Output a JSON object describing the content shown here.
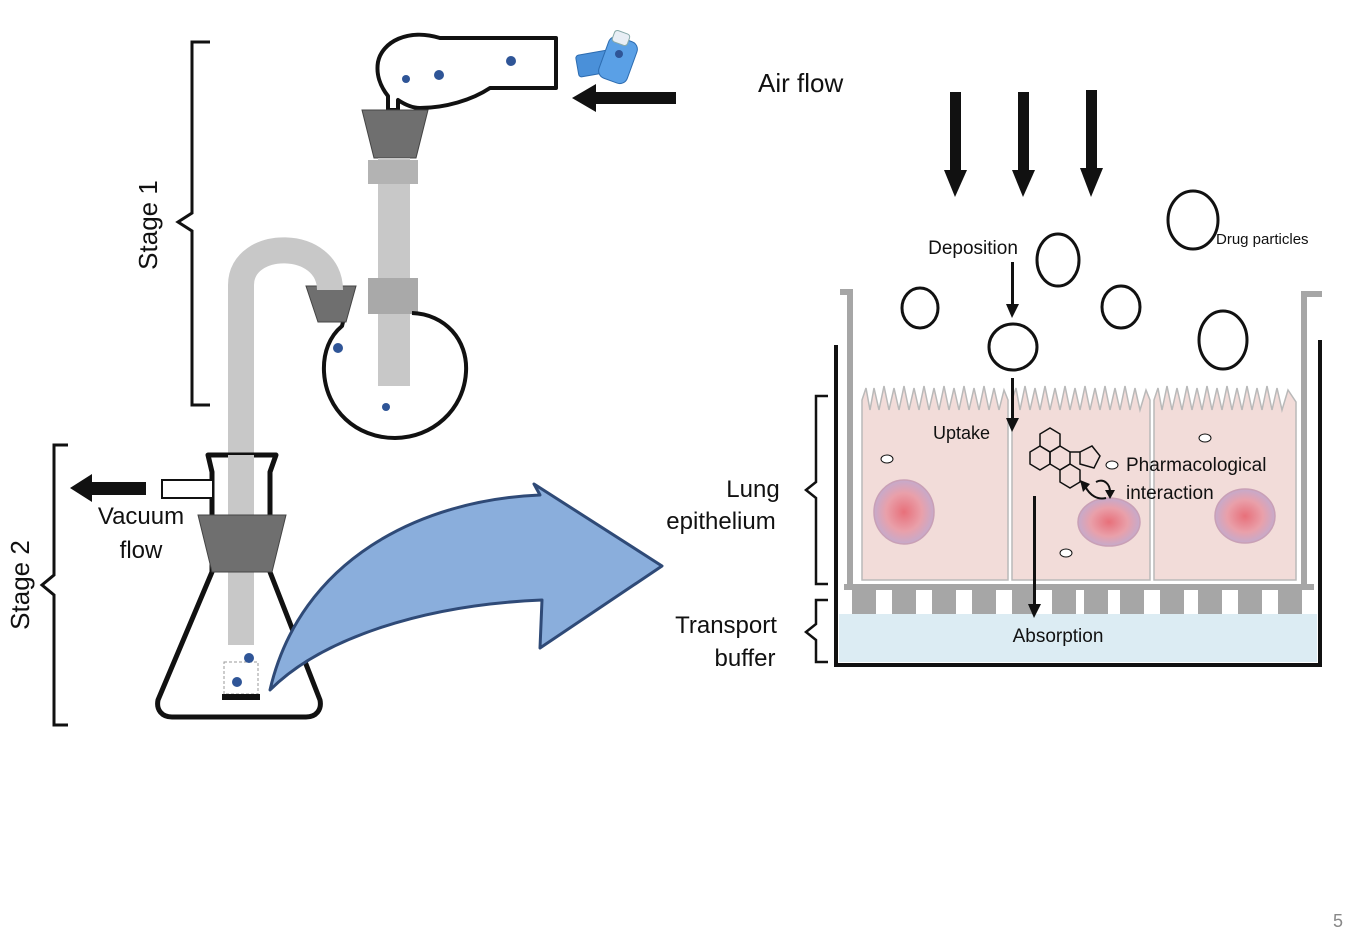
{
  "labels": {
    "air_flow": "Air flow",
    "stage1": "Stage 1",
    "stage2": "Stage 2",
    "vacuum_line1": "Vacuum",
    "vacuum_line2": "flow",
    "deposition": "Deposition",
    "drug_particles": "Drug particles",
    "uptake": "Uptake",
    "pharmacological_line1": "Pharmacological",
    "pharmacological_line2": "interaction",
    "lung_line1": "Lung",
    "lung_line2": "epithelium",
    "transport_line1": "Transport",
    "transport_line2": "buffer",
    "absorption": "Absorption"
  },
  "page_number": "5",
  "colors": {
    "arrow_fill": "#8aaedc",
    "arrow_stroke": "#2f4a77",
    "cell_fill": "#f2dcd9",
    "buffer_fill": "#dcecf3",
    "membrane": "#a6a6a6",
    "stopper": "#7a7a7a",
    "tube": "#c8c8c8",
    "dot": "#2f5597",
    "inhaler": "#4a90d9"
  },
  "icons": [
    "inhaler-icon",
    "molecule-icon",
    "arrow-icon"
  ]
}
